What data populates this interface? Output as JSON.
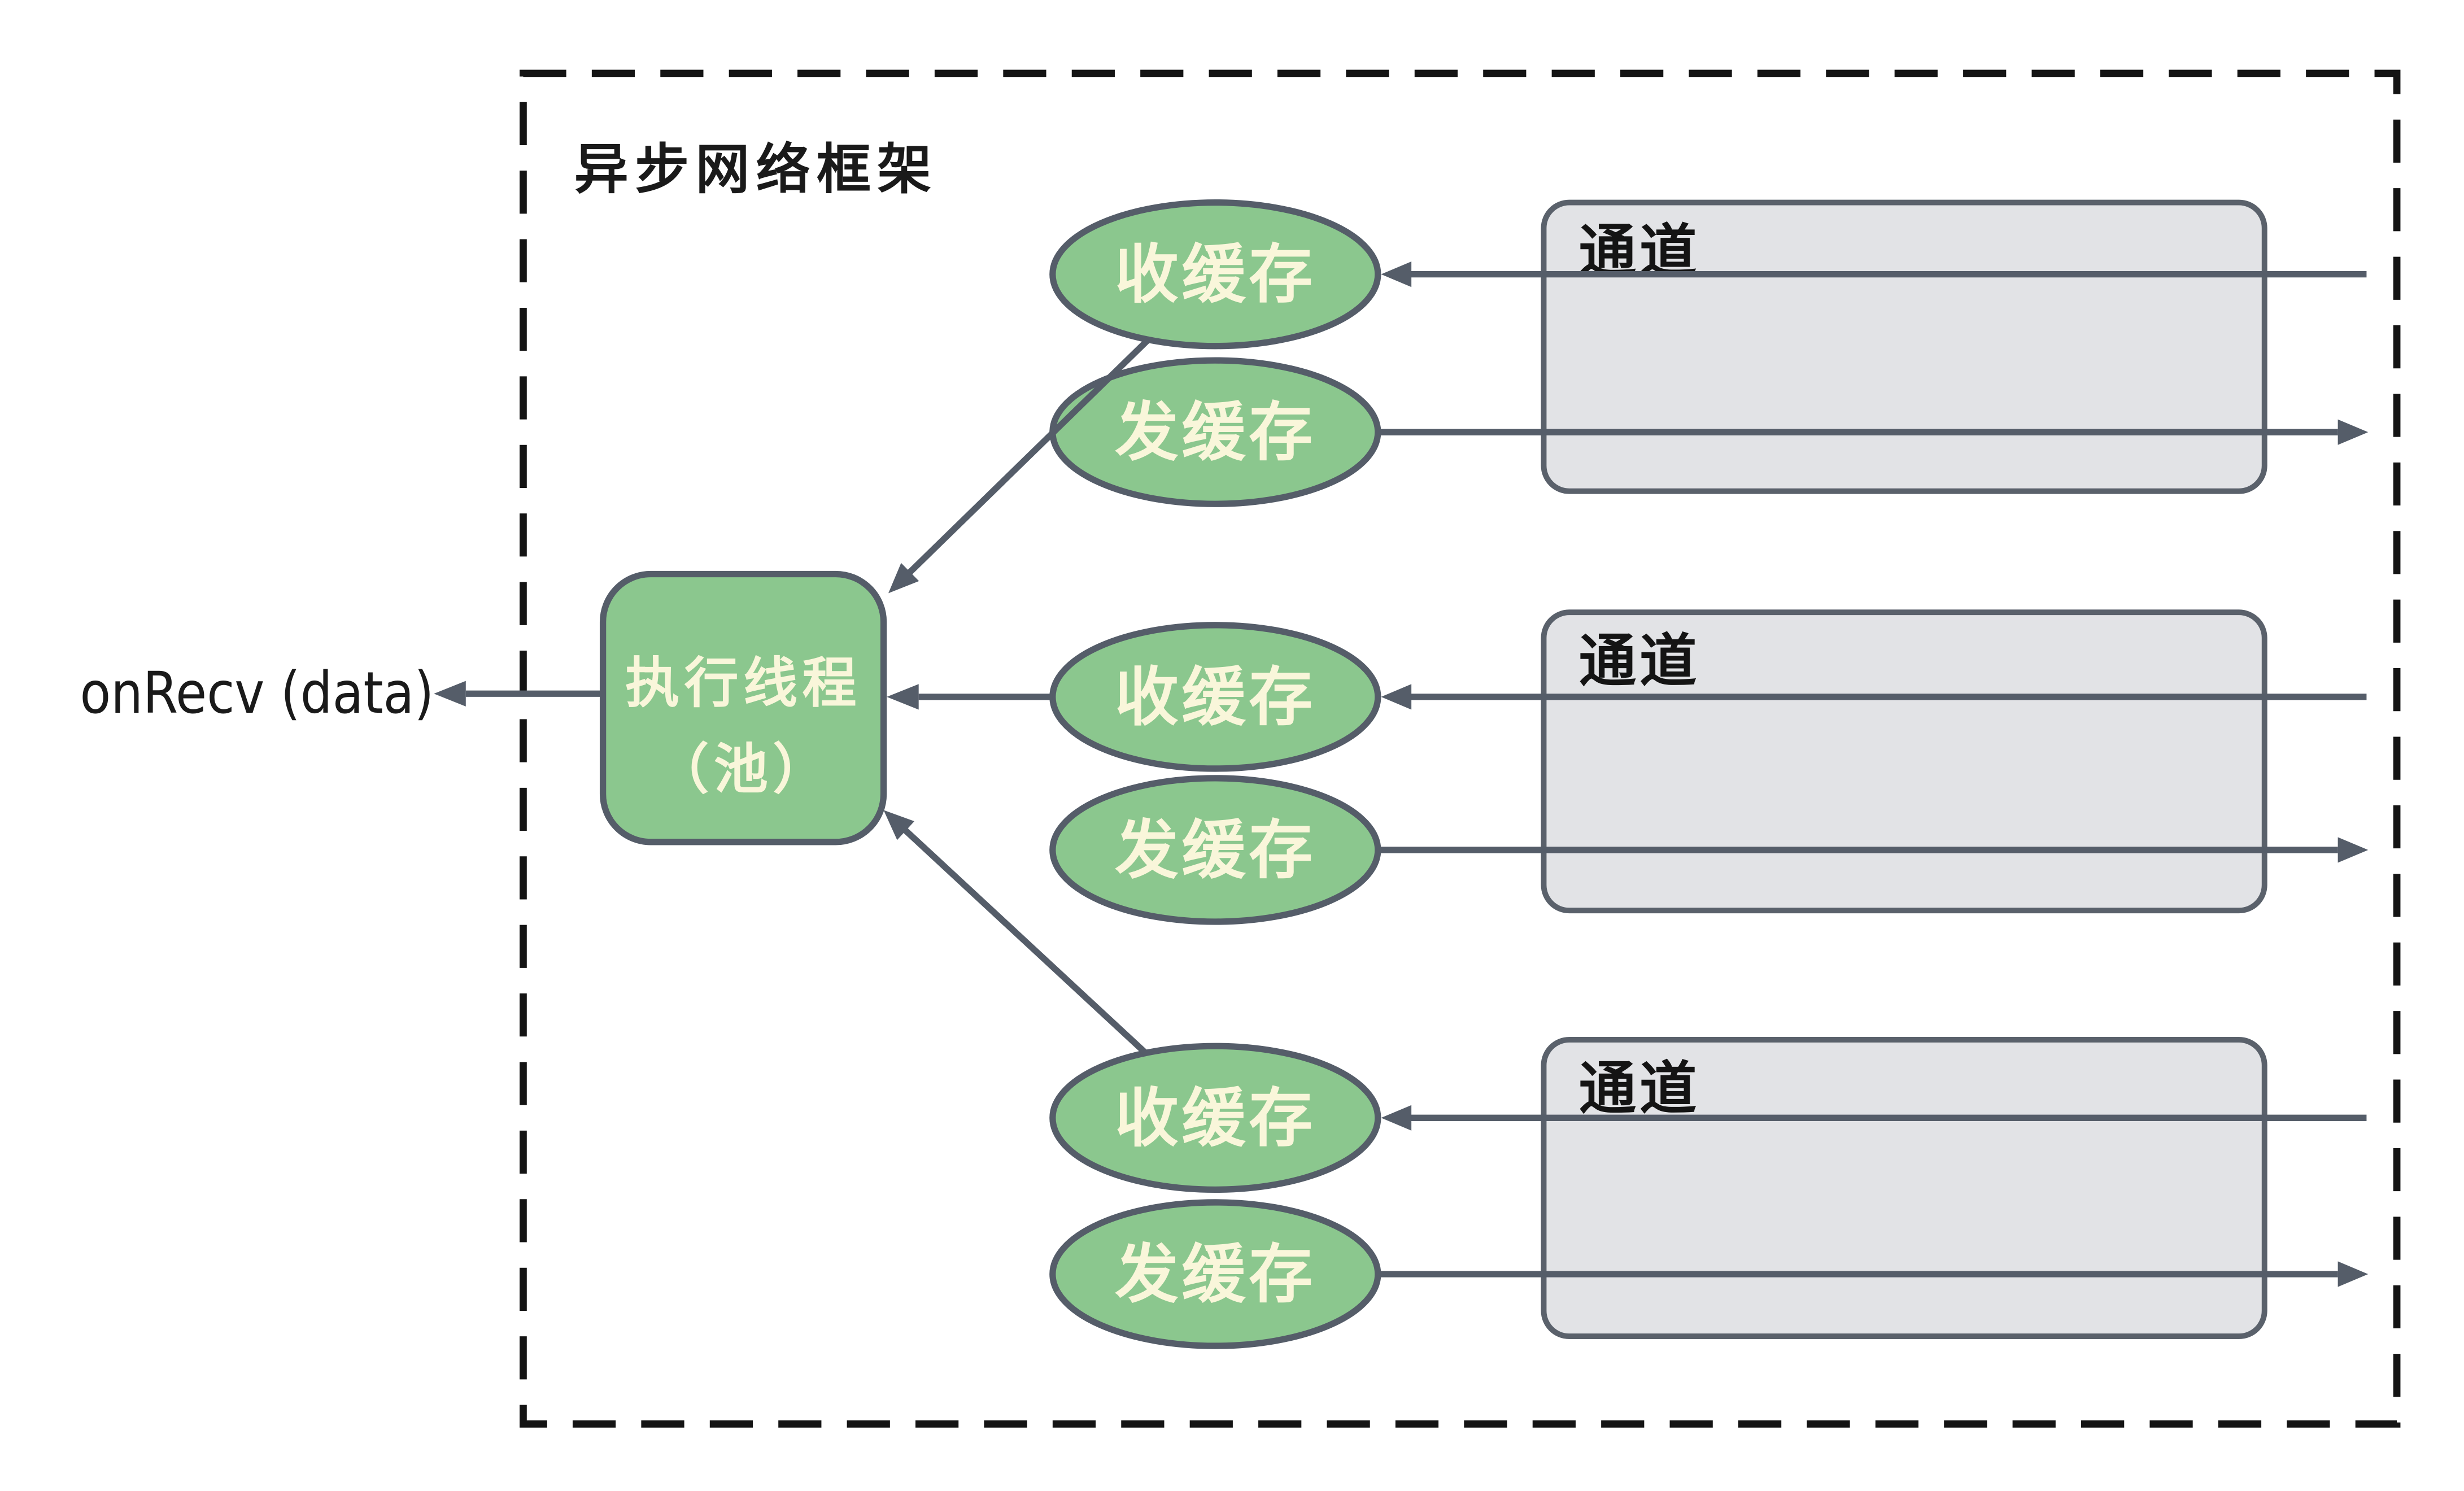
{
  "diagram": {
    "title": "异步网络框架",
    "callback_label": "onRecv (data)",
    "executor": {
      "line1": "执行线程",
      "line2": "（池）"
    },
    "groups": [
      {
        "recv_label": "收缓存",
        "send_label": "发缓存",
        "channel_label": "通道"
      },
      {
        "recv_label": "收缓存",
        "send_label": "发缓存",
        "channel_label": "通道"
      },
      {
        "recv_label": "收缓存",
        "send_label": "发缓存",
        "channel_label": "通道"
      }
    ],
    "colors": {
      "background": "#FFFFFF",
      "node_fill": "#8BC78E",
      "node_stroke": "#555D69",
      "node_text": "#F9F6DA",
      "channel_fill": "#E2E3E6",
      "channel_stroke": "#5A616B",
      "arrow": "#555D69",
      "frame_dash": "#141414",
      "label_text": "#1A1A1A"
    }
  }
}
